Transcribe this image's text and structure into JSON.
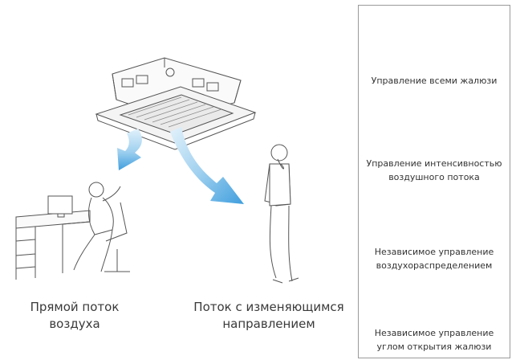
{
  "captions": {
    "direct_flow": "Прямой поток воздуха",
    "changing_flow_line1": "Поток с изменяющимся",
    "changing_flow_line2": "направлением"
  },
  "panel": {
    "items": [
      {
        "lines": [
          "Управление всеми жалюзи"
        ]
      },
      {
        "lines": [
          "Управление интенсивностью",
          "воздушного потока"
        ]
      },
      {
        "lines": [
          "Независимое управление",
          "воздухораспределением"
        ]
      },
      {
        "lines": [
          "Независимое управление",
          "углом открытия жалюзи"
        ]
      }
    ]
  },
  "colors": {
    "arrow_light": "#d8edf9",
    "arrow_mid": "#8fc8ec",
    "arrow_dark": "#3f9ede",
    "line": "#555555"
  },
  "icons": [
    "cassette-air-conditioner-icon",
    "woman-at-desk-icon",
    "standing-man-icon",
    "airflow-arrow-icon"
  ]
}
